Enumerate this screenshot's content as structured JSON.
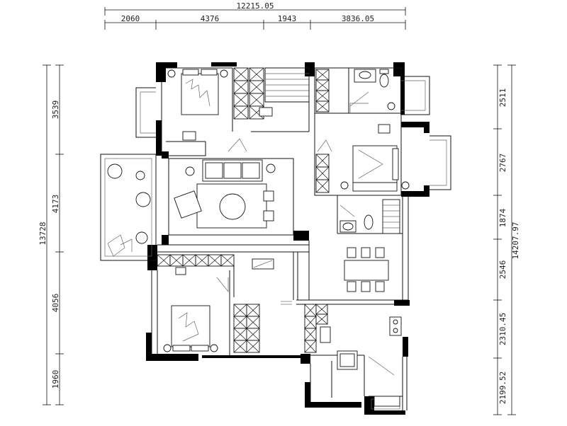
{
  "dimensions": {
    "top_total": "12215.05",
    "top_segments": [
      "2060",
      "4376",
      "1943",
      "3836.05"
    ],
    "left_total": "13728",
    "left_segments": [
      "3539",
      "4173",
      "4056",
      "1960"
    ],
    "right_total": "14207.97",
    "right_segments": [
      "2511",
      "2767",
      "1874",
      "2546",
      "2310.45",
      "2199.52"
    ]
  }
}
